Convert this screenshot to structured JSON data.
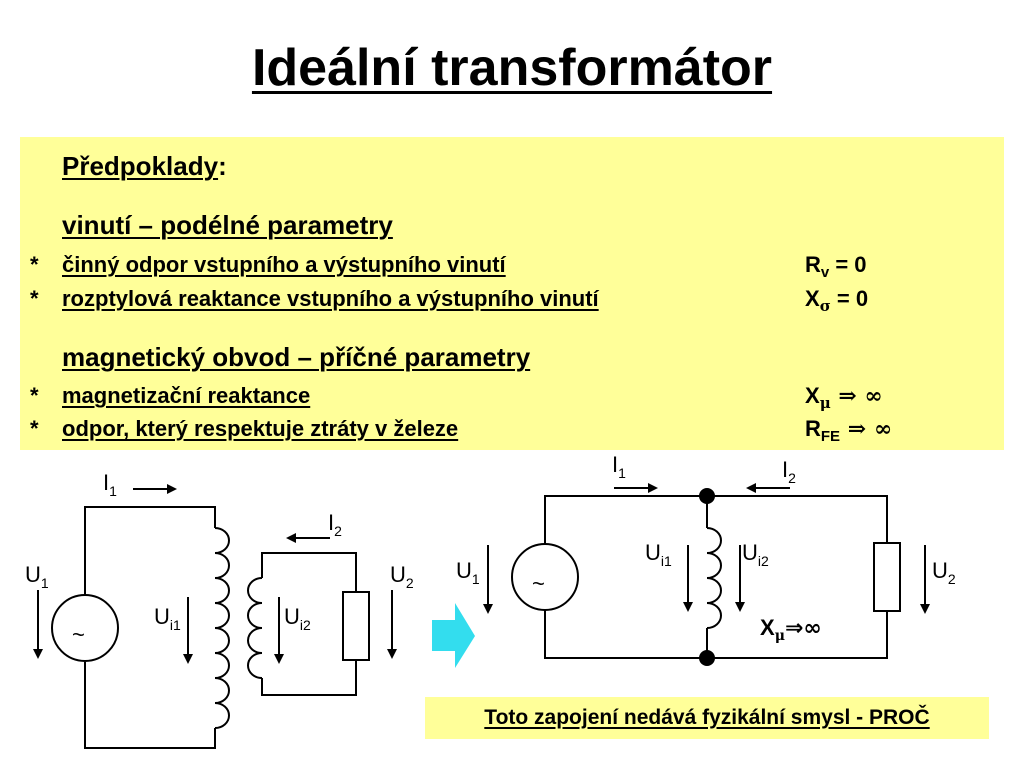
{
  "title": "Ideální transformátor",
  "box": {
    "heading": "Předpoklady",
    "heading_colon": ":",
    "sec1_title": "vinutí – podélné parametry",
    "sec1_items": [
      {
        "bullet": "*",
        "text": "činný odpor vstupního a výstupního vinutí",
        "sym": "R",
        "sub": "v",
        "rest": " = 0"
      },
      {
        "bullet": "*",
        "text": "rozptylová reaktance vstupního a výstupního vinutí",
        "sym": "X",
        "sub": "σ",
        "rest": " = 0"
      }
    ],
    "sec2_title": "magnetický obvod – příčné parametry",
    "sec2_items": [
      {
        "bullet": "*",
        "text": "magnetizační reaktance",
        "sym": "X",
        "sub": "μ",
        "rest": " ⇒ ∞"
      },
      {
        "bullet": "*",
        "text": "odpor, který respektuje ztráty v železe",
        "sym": "R",
        "sub": "FE",
        "rest": " ⇒ ∞"
      }
    ]
  },
  "circuit1": {
    "I1": "I",
    "I1_sub": "1",
    "I2": "I",
    "I2_sub": "2",
    "U1": "U",
    "U1_sub": "1",
    "U2": "U",
    "U2_sub": "2",
    "Ui1": "U",
    "Ui1_sub": "i1",
    "Ui2": "U",
    "Ui2_sub": "i2",
    "source_symbol": "~"
  },
  "circuit2": {
    "I1": "I",
    "I1_sub": "1",
    "I2": "I",
    "I2_sub": "2",
    "U1": "U",
    "U1_sub": "1",
    "U2": "U",
    "U2_sub": "2",
    "Ui1": "U",
    "Ui1_sub": "i1",
    "Ui2": "U",
    "Ui2_sub": "i2",
    "X": "X",
    "X_sub": "μ",
    "X_rest": "⇒∞",
    "source_symbol": "~"
  },
  "note": "Toto zapojení nedává fyzikální smysl - PROČ",
  "colors": {
    "box_bg": "#ffff99",
    "arrow_fill": "#33ddee"
  }
}
